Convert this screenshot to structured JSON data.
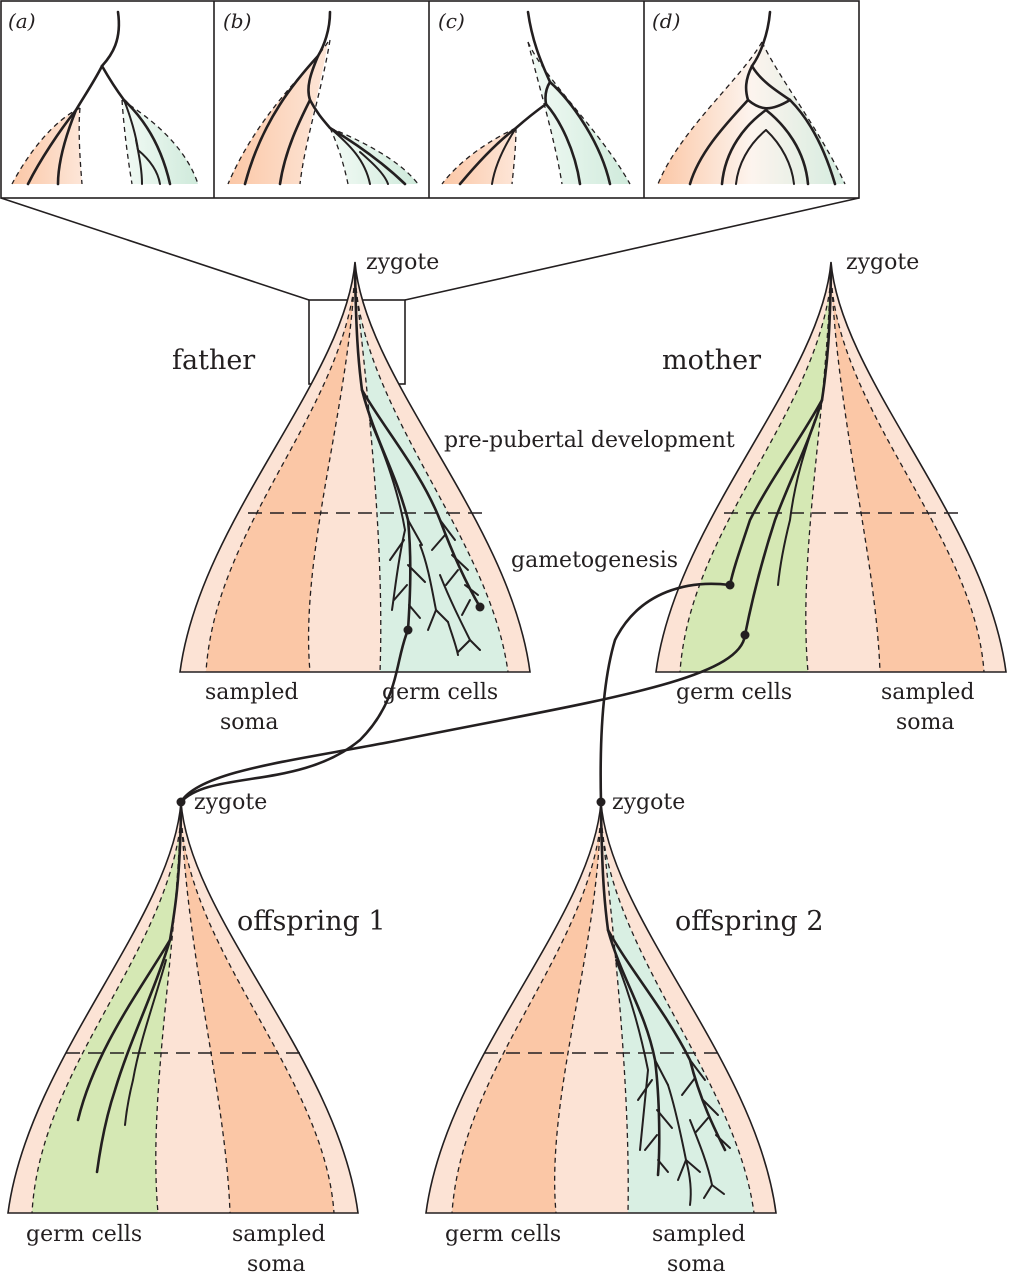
{
  "colors": {
    "outer": "#fce3d5",
    "soma": "#fbc7a6",
    "green_germ": "#d5e8b4",
    "mint_germ": "#d9efe3",
    "line": "#231f20"
  },
  "panels": [
    {
      "id": "a",
      "label": "(a)"
    },
    {
      "id": "b",
      "label": "(b)"
    },
    {
      "id": "c",
      "label": "(c)"
    },
    {
      "id": "d",
      "label": "(d)"
    }
  ],
  "organisms": {
    "father": {
      "title": "father",
      "zygote_label": "zygote",
      "stage_prepubertal": "pre-pubertal development",
      "stage_gametogenesis": "gametogenesis",
      "label_soma_line1": "sampled",
      "label_soma_line2": "soma",
      "label_germ": "germ cells"
    },
    "mother": {
      "title": "mother",
      "zygote_label": "zygote",
      "label_germ": "germ cells",
      "label_soma_line1": "sampled",
      "label_soma_line2": "soma"
    },
    "offspring1": {
      "title": "offspring 1",
      "zygote_label": "zygote",
      "label_germ": "germ cells",
      "label_soma_line1": "sampled",
      "label_soma_line2": "soma"
    },
    "offspring2": {
      "title": "offspring 2",
      "zygote_label": "zygote",
      "label_germ": "germ cells",
      "label_soma_line1": "sampled",
      "label_soma_line2": "soma"
    }
  }
}
